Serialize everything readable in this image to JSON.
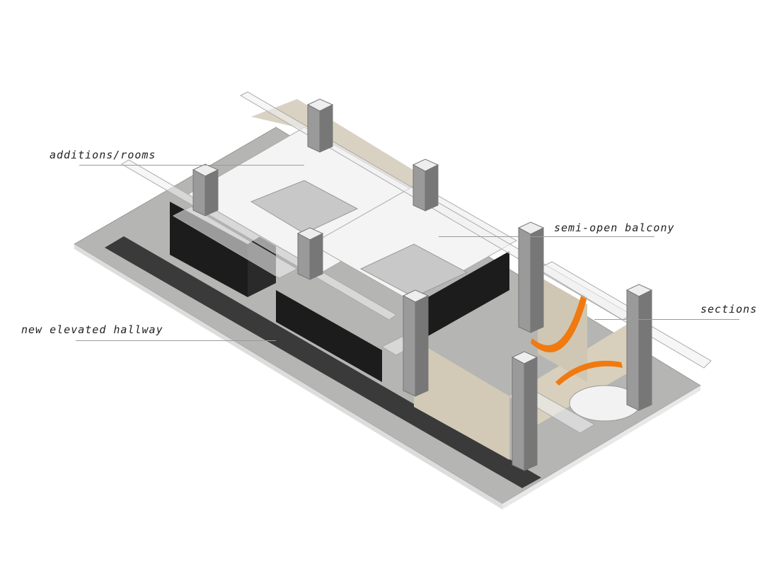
{
  "labels": {
    "additions": "additions/rooms",
    "balcony": "semi-open balcony",
    "sections": "sections",
    "hallway": "new elevated hallway"
  },
  "colors": {
    "concrete": "#b5b5b3",
    "hallway": "#3a3a3a",
    "rooms": "#1c1c1c",
    "walls": "#cfc7b4",
    "columns": "#8e8e8e",
    "accent": "#f07a10"
  }
}
